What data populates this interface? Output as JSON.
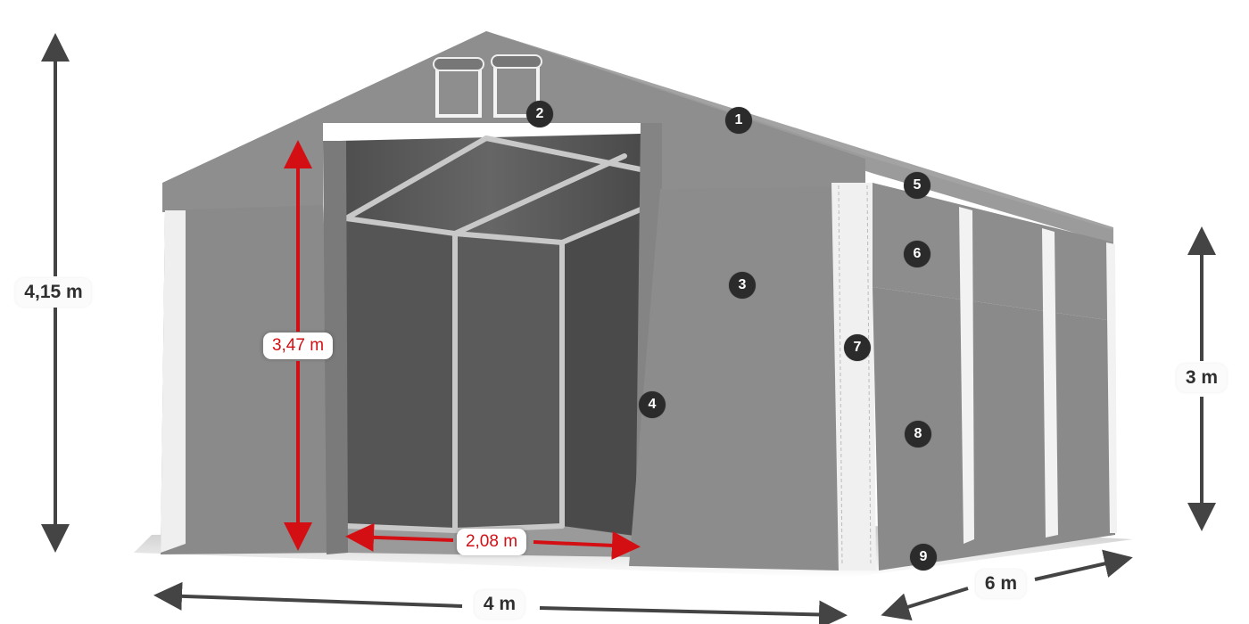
{
  "figure": {
    "subject": "Storage tent with dimension callouts",
    "colors": {
      "tarp": "#8f8f8f",
      "tarp_dark": "#6f6f6f",
      "interior": "#5a5a5a",
      "white_trim": "#efefef",
      "dim_arrow": "#444444",
      "red_arrow": "#d40f14",
      "badge": "#2b2b2b"
    }
  },
  "dimensions": {
    "total_height": "4,15 m",
    "door_height": "3,47 m",
    "door_width": "2,08 m",
    "side_height": "3 m",
    "width": "4 m",
    "length": "6 m"
  },
  "badges": [
    {
      "number": "1",
      "part": "roof"
    },
    {
      "number": "2",
      "part": "gable ventilation windows"
    },
    {
      "number": "3",
      "part": "gable wall"
    },
    {
      "number": "4",
      "part": "door tie"
    },
    {
      "number": "5",
      "part": "eave"
    },
    {
      "number": "6",
      "part": "upper side panel"
    },
    {
      "number": "7",
      "part": "corner reinforcement"
    },
    {
      "number": "8",
      "part": "side wall panel"
    },
    {
      "number": "9",
      "part": "bottom skirt"
    }
  ]
}
